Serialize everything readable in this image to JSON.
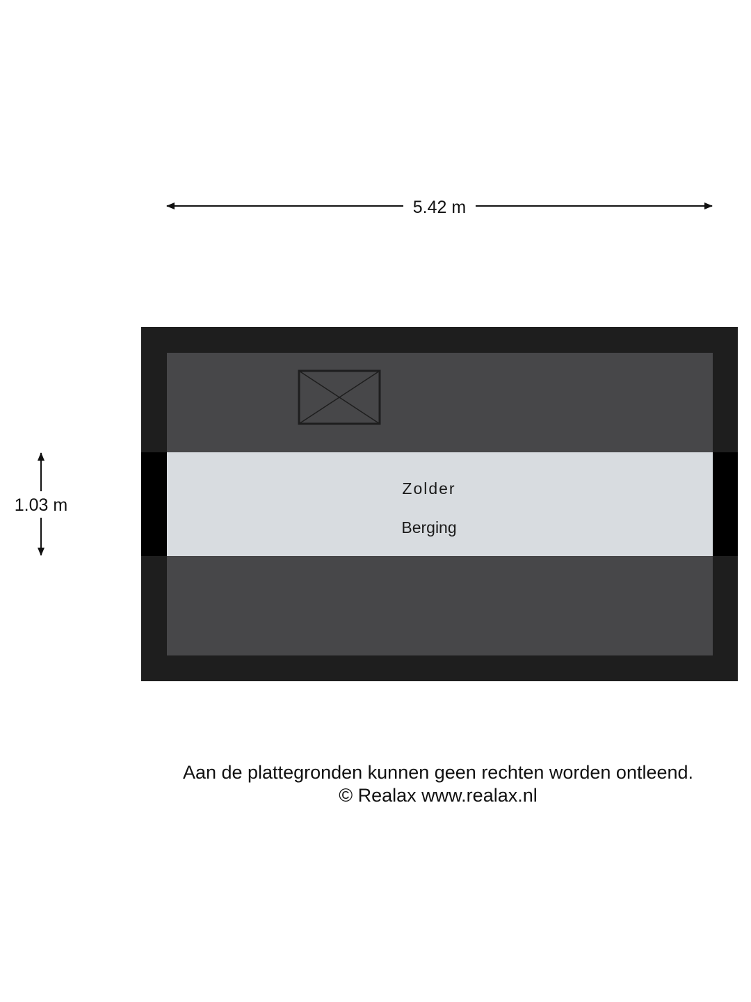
{
  "floorplan": {
    "width_dimension": "5.42 m",
    "depth_dimension": "1.03 m",
    "room": {
      "name": "Zolder",
      "function": "Berging"
    },
    "icons": {
      "hatch": "attic-hatch-icon"
    },
    "colors": {
      "outer_wall": "#1e1e1e",
      "low_ceiling": "#474749",
      "full_height_floor": "#d8dce0",
      "side_wall": "#000000"
    }
  },
  "footer": {
    "disclaimer": "Aan de plattegronden kunnen geen rechten worden ontleend.",
    "copyright": "© Realax www.realax.nl"
  }
}
